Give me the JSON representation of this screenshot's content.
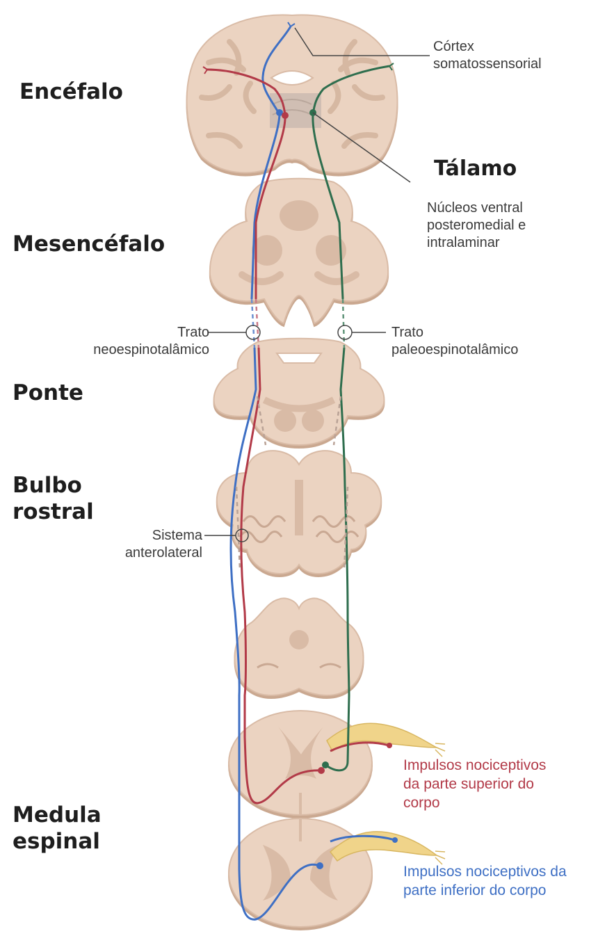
{
  "regions": {
    "encefalo": "Encéfalo",
    "mesencefalo": "Mesencéfalo",
    "ponte": "Ponte",
    "bulbo_line1": "Bulbo",
    "bulbo_line2": "rostral",
    "medula_line1": "Medula",
    "medula_line2": "espinal"
  },
  "labels": {
    "cortex_line1": "Córtex",
    "cortex_line2": "somatossensorial",
    "talamo": "Tálamo",
    "nucleos_line1": "Núcleos ventral",
    "nucleos_line2": "posteromedial e",
    "nucleos_line3": "intralaminar",
    "neo_line1": "Trato",
    "neo_line2": "neoespinotalâmico",
    "paleo_line1": "Trato",
    "paleo_line2": "paleoespinotalâmico",
    "sistema_line1": "Sistema",
    "sistema_line2": "anterolateral",
    "superior_line1": "Impulsos nociceptivos",
    "superior_line2": "da parte superior do",
    "superior_line3": "corpo",
    "inferior_line1": "Impulsos nociceptivos da",
    "inferior_line2": "parte inferior do corpo"
  },
  "colors": {
    "tissue": "#ebd3c1",
    "tissue_dark": "#d9bba6",
    "tissue_shadow": "#caa890",
    "neo_tract": "#b23a48",
    "paleo_tract": "#2e6e4e",
    "lower_body_tract": "#3e6fc4",
    "nerve": "#f0d48a"
  }
}
